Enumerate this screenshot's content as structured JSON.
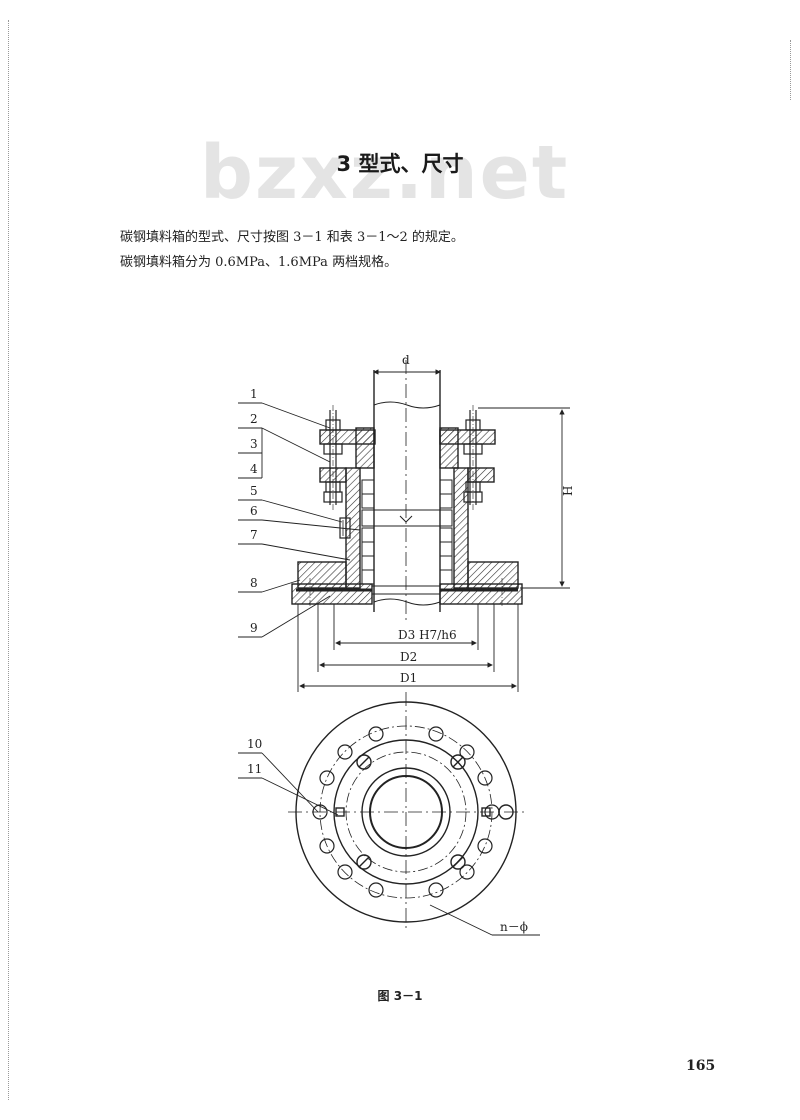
{
  "watermark": "bzxz.net",
  "heading": "3  型式、尺寸",
  "paragraphs": [
    "碳钢填料箱的型式、尺寸按图 3－1 和表 3－1～2 的规定。",
    "碳钢填料箱分为 0.6MPa、1.6MPa 两档规格。"
  ],
  "figure": {
    "part_labels": [
      "1",
      "2",
      "3",
      "4",
      "5",
      "6",
      "7",
      "8",
      "9",
      "10",
      "11"
    ],
    "dim_labels": {
      "d": "d",
      "H": "H",
      "D3": "D3 H7/h6",
      "D2": "D2",
      "D1": "D1",
      "holes": "n－ϕ"
    },
    "caption": "图 3－1"
  },
  "page_number": "165"
}
